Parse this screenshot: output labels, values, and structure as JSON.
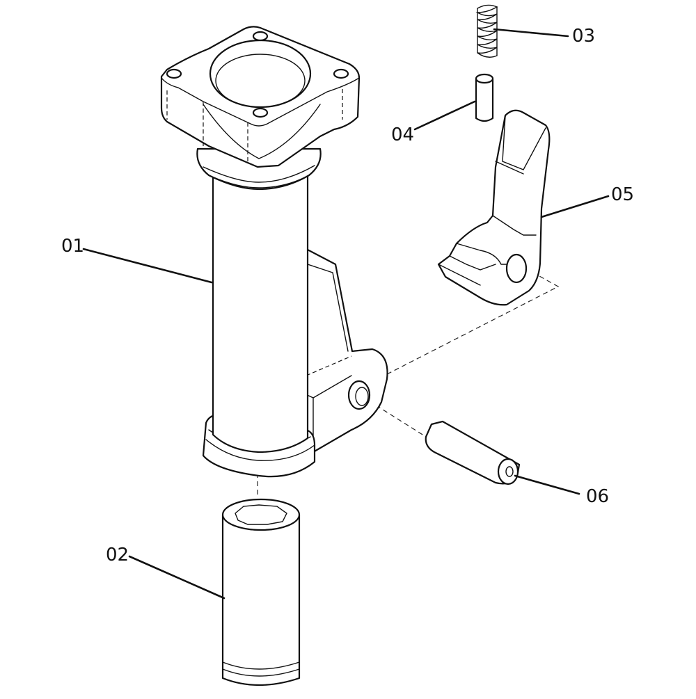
{
  "diagram": {
    "callouts": [
      {
        "id": "01",
        "label": "01"
      },
      {
        "id": "02",
        "label": "02"
      },
      {
        "id": "03",
        "label": "03"
      },
      {
        "id": "04",
        "label": "04"
      },
      {
        "id": "05",
        "label": "05"
      },
      {
        "id": "06",
        "label": "06"
      }
    ]
  }
}
